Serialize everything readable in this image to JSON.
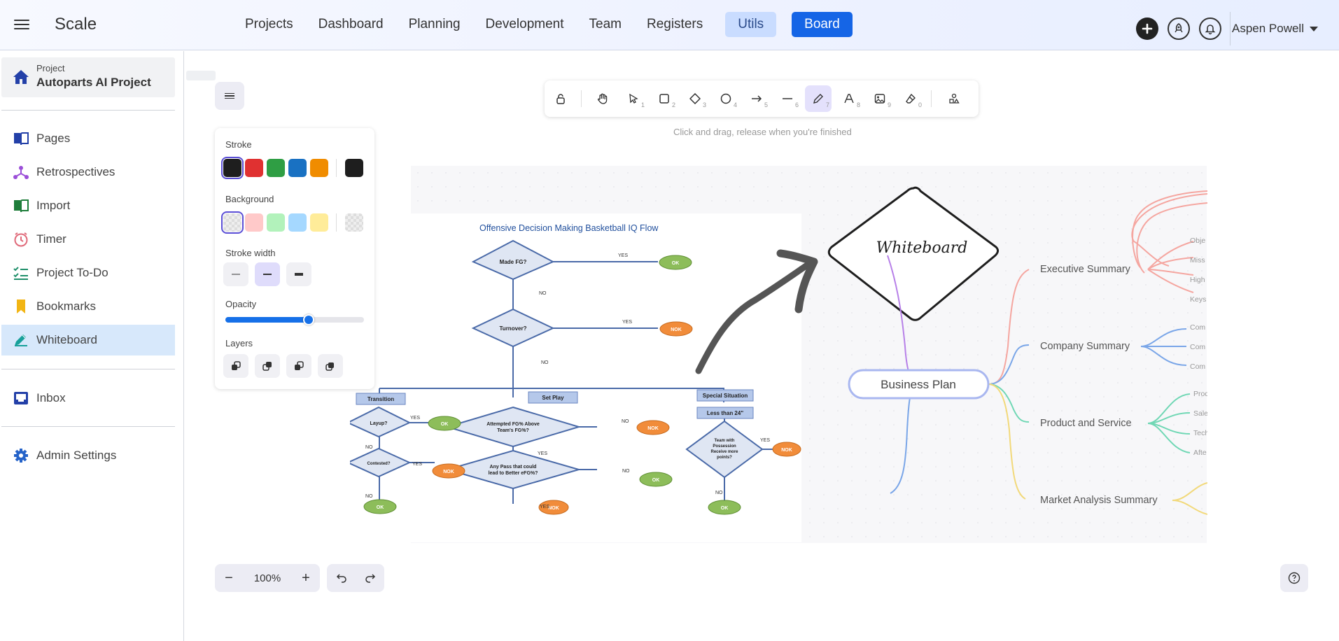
{
  "app": {
    "brand": "Scale"
  },
  "nav": {
    "items": [
      "Projects",
      "Dashboard",
      "Planning",
      "Development",
      "Team",
      "Registers"
    ],
    "utils": "Utils",
    "board": "Board"
  },
  "user": {
    "name": "Aspen Powell"
  },
  "sidebar": {
    "project_label": "Project",
    "project_name": "Autoparts AI Project",
    "items": [
      {
        "label": "Pages",
        "icon": "book-icon"
      },
      {
        "label": "Retrospectives",
        "icon": "retrospective-icon"
      },
      {
        "label": "Import",
        "icon": "import-icon"
      },
      {
        "label": "Timer",
        "icon": "timer-icon"
      },
      {
        "label": "Project To-Do",
        "icon": "checklist-icon"
      },
      {
        "label": "Bookmarks",
        "icon": "bookmark-icon"
      },
      {
        "label": "Whiteboard",
        "icon": "whiteboard-icon"
      }
    ],
    "inbox": "Inbox",
    "admin": "Admin Settings",
    "active": "Whiteboard"
  },
  "props": {
    "stroke_title": "Stroke",
    "background_title": "Background",
    "stroke_width_title": "Stroke width",
    "opacity_title": "Opacity",
    "layers_title": "Layers",
    "opacity_value": 0.6,
    "stroke_colors": [
      "#1e1e1e",
      "#e03131",
      "#2f9e44",
      "#1971c2",
      "#f08c00"
    ],
    "stroke_current": "#1e1e1e",
    "background_colors": [
      "transparent",
      "#ffc9c9",
      "#b2f2bb",
      "#a5d8ff",
      "#ffec99"
    ]
  },
  "toolbar": {
    "hint": "Click and drag, release when you're finished",
    "tools": [
      {
        "icon": "lock-icon",
        "num": ""
      },
      {
        "icon": "hand-icon",
        "num": ""
      },
      {
        "icon": "cursor-icon",
        "num": "1"
      },
      {
        "icon": "rectangle-icon",
        "num": "2"
      },
      {
        "icon": "diamond-icon",
        "num": "3"
      },
      {
        "icon": "ellipse-icon",
        "num": "4"
      },
      {
        "icon": "arrow-icon",
        "num": "5"
      },
      {
        "icon": "line-icon",
        "num": "6"
      },
      {
        "icon": "pencil-icon",
        "num": "7"
      },
      {
        "icon": "text-icon",
        "num": "8"
      },
      {
        "icon": "image-icon",
        "num": "9"
      },
      {
        "icon": "eraser-icon",
        "num": "0"
      },
      {
        "icon": "shapes-icon",
        "num": ""
      }
    ],
    "selected": "pencil-icon"
  },
  "flow": {
    "title": "Offensive Decision Making Basketball IQ Flow",
    "made_fg": "Made FG?",
    "turnover": "Turnover?",
    "yes": "YES",
    "no": "NO",
    "ok": "OK",
    "nok": "NOK",
    "transition": "Transition",
    "set_play": "Set Play",
    "special": "Special Situation",
    "less_than": "Less than 24\"",
    "layup": "Layup?",
    "contested": "Contested?",
    "attempted_1": "Attempted FG% Above",
    "attempted_2": "Team's FG%?",
    "anypass_1": "Any Pass that could",
    "anypass_2": "lead to Better eFG%?",
    "team_1": "Team with",
    "team_2": "Possession",
    "team_3": "Receive more",
    "team_4": "points?"
  },
  "board": {
    "whiteboard_text": "Whiteboard",
    "center": "Business Plan",
    "branches": [
      "Executive Summary",
      "Company Summary",
      "Product and Service",
      "Market Analysis Summary"
    ],
    "exec_sub": [
      "Obje",
      "Miss",
      "High",
      "Keys"
    ],
    "company_sub": [
      "Com",
      "Com",
      "Com"
    ],
    "product_sub": [
      "Prod",
      "Sale",
      "Tech",
      "Afte"
    ]
  },
  "zoom": {
    "value": "100%"
  }
}
